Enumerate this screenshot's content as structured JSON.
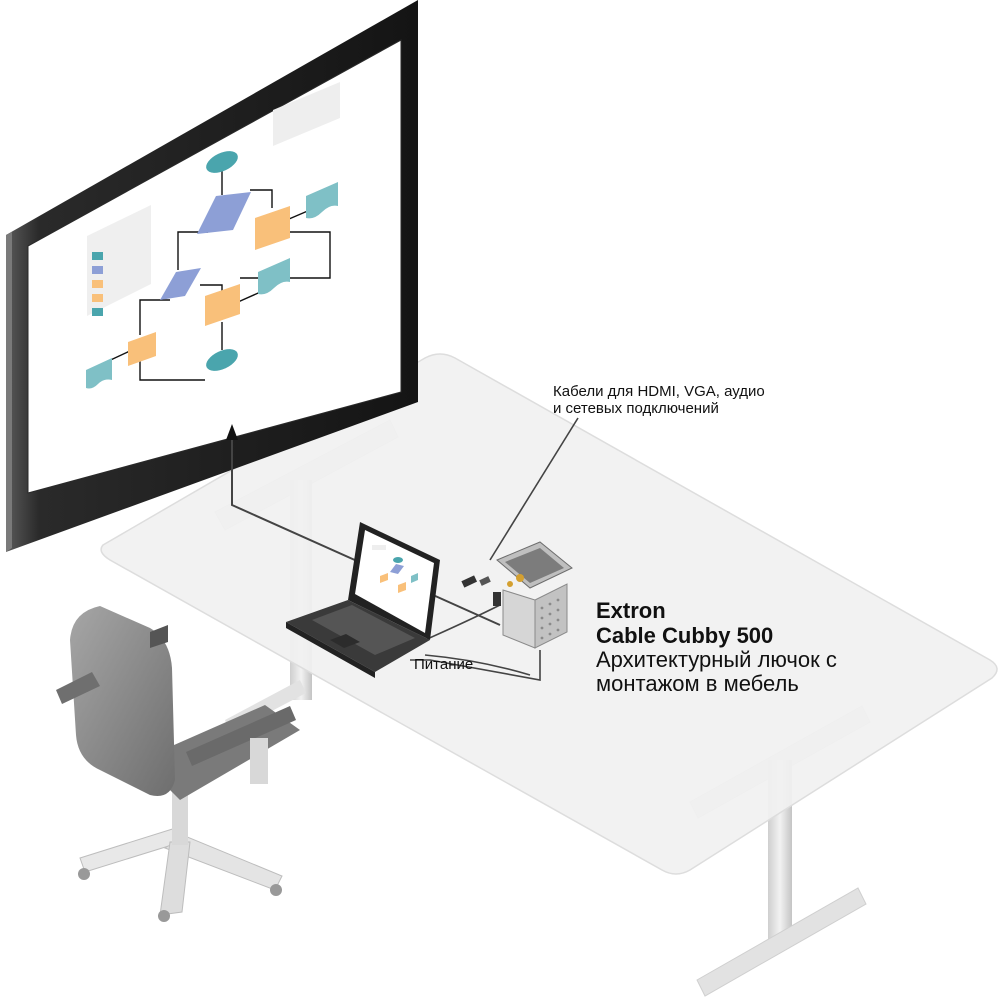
{
  "labels": {
    "cables_line1": "Кабели для HDMI, VGA, аудио",
    "cables_line2": "и сетевых подключений",
    "power": "Питание",
    "product_brand": "Extron",
    "product_model": "Cable Cubby 500",
    "product_desc_line1": "Архитектурный лючок с",
    "product_desc_line2": "монтажом в мебель"
  },
  "icons": {
    "display": "flat-panel-display-icon",
    "laptop": "laptop-icon",
    "chair": "office-chair-icon",
    "table": "conference-table-icon",
    "enclosure": "cable-cubby-enclosure-icon"
  },
  "colors": {
    "teal": "#4aa5ad",
    "teal_light": "#7fc0c6",
    "orange": "#f9c07a",
    "blue": "#8d9fd6",
    "frame": "#1a1a1a",
    "chair": "#8a8a8a",
    "table": "#eeeeee"
  }
}
